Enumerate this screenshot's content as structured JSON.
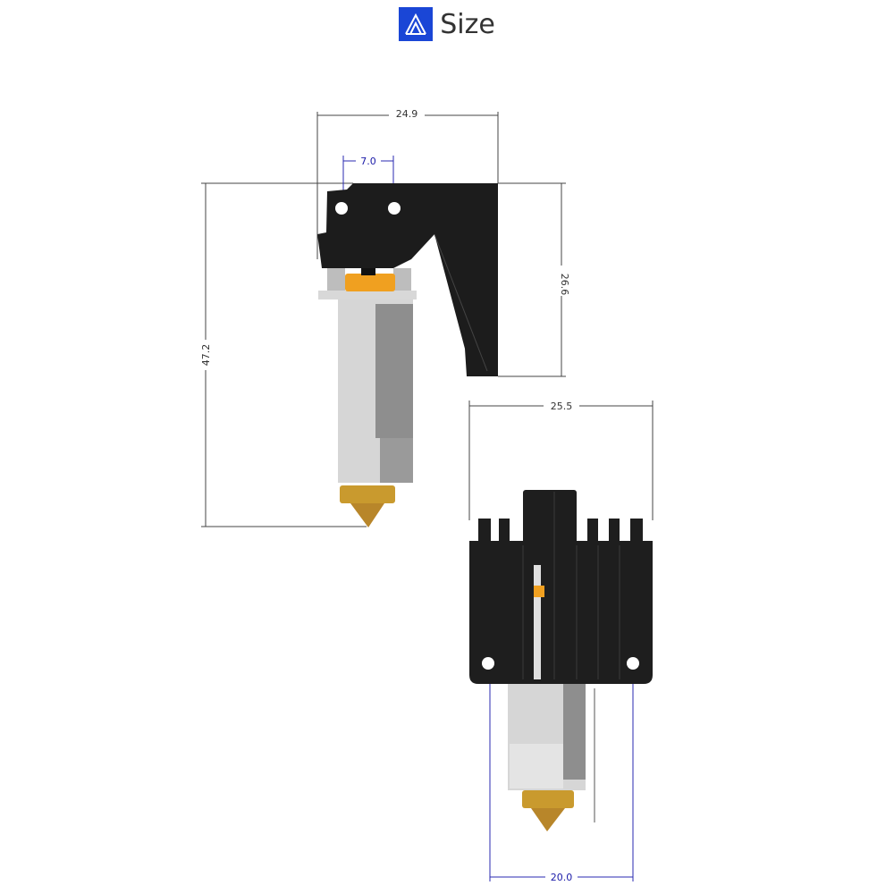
{
  "header": {
    "title": "Size",
    "logo_icon": "brand-logo-icon",
    "logo_color": "#1a46d6"
  },
  "dimensions": {
    "side_view": {
      "bracket_width": "24.9",
      "hole_spacing": "7.0",
      "bracket_height": "26.6",
      "total_height": "47.2"
    },
    "front_view": {
      "heatsink_width": "25.5",
      "mount_hole_spacing": "20.0"
    }
  },
  "colors": {
    "bracket": "#1c1c1c",
    "heatsink": "#1e1e1e",
    "brass": "#c99a2e",
    "orange": "#f0a020",
    "silver": "#d0d0d0",
    "blue_dimension": "#1a1aa8"
  }
}
